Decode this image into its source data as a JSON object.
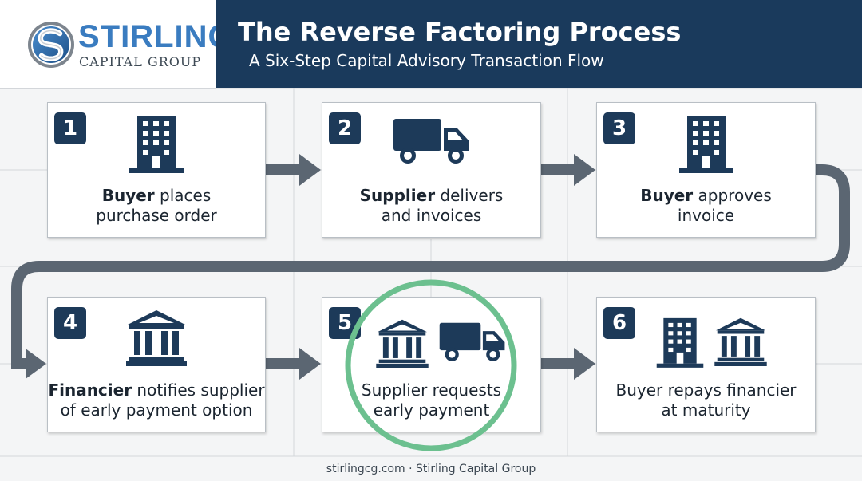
{
  "brand": {
    "name": "STIRLING",
    "sub": "CAPITAL GROUP"
  },
  "header": {
    "title": "The Reverse Factoring Process",
    "subtitle": "A Six-Step Capital Advisory Transaction Flow"
  },
  "colors": {
    "navy": "#1a3a5c",
    "badge": "#1d3a59",
    "arrow": "#5b6672",
    "highlight": "#6cc08f",
    "brand_blue": "#3a7cc0"
  },
  "steps": [
    {
      "number": "1",
      "bold": "Buyer",
      "rest": " places",
      "line2": "purchase order",
      "icons": [
        "building-icon"
      ]
    },
    {
      "number": "2",
      "bold": "Supplier",
      "rest": " delivers",
      "line2": "and invoices",
      "icons": [
        "truck-icon"
      ]
    },
    {
      "number": "3",
      "bold": "Buyer",
      "rest": " approves",
      "line2": "invoice",
      "icons": [
        "building-icon"
      ]
    },
    {
      "number": "4",
      "bold": "Financier",
      "rest": " notifies supplier",
      "line2": "of early payment option",
      "icons": [
        "bank-icon"
      ]
    },
    {
      "number": "5",
      "bold": "",
      "rest": "Supplier requests",
      "line2": "early payment",
      "icons": [
        "bank-icon",
        "truck-icon"
      ],
      "highlighted": true
    },
    {
      "number": "6",
      "bold": "",
      "rest": "Buyer repays financier",
      "line2": "at maturity",
      "icons": [
        "building-icon",
        "bank-icon"
      ]
    }
  ],
  "footer": {
    "site": "stirlingcg.com",
    "separator": " · ",
    "company": "Stirling Capital Group"
  }
}
